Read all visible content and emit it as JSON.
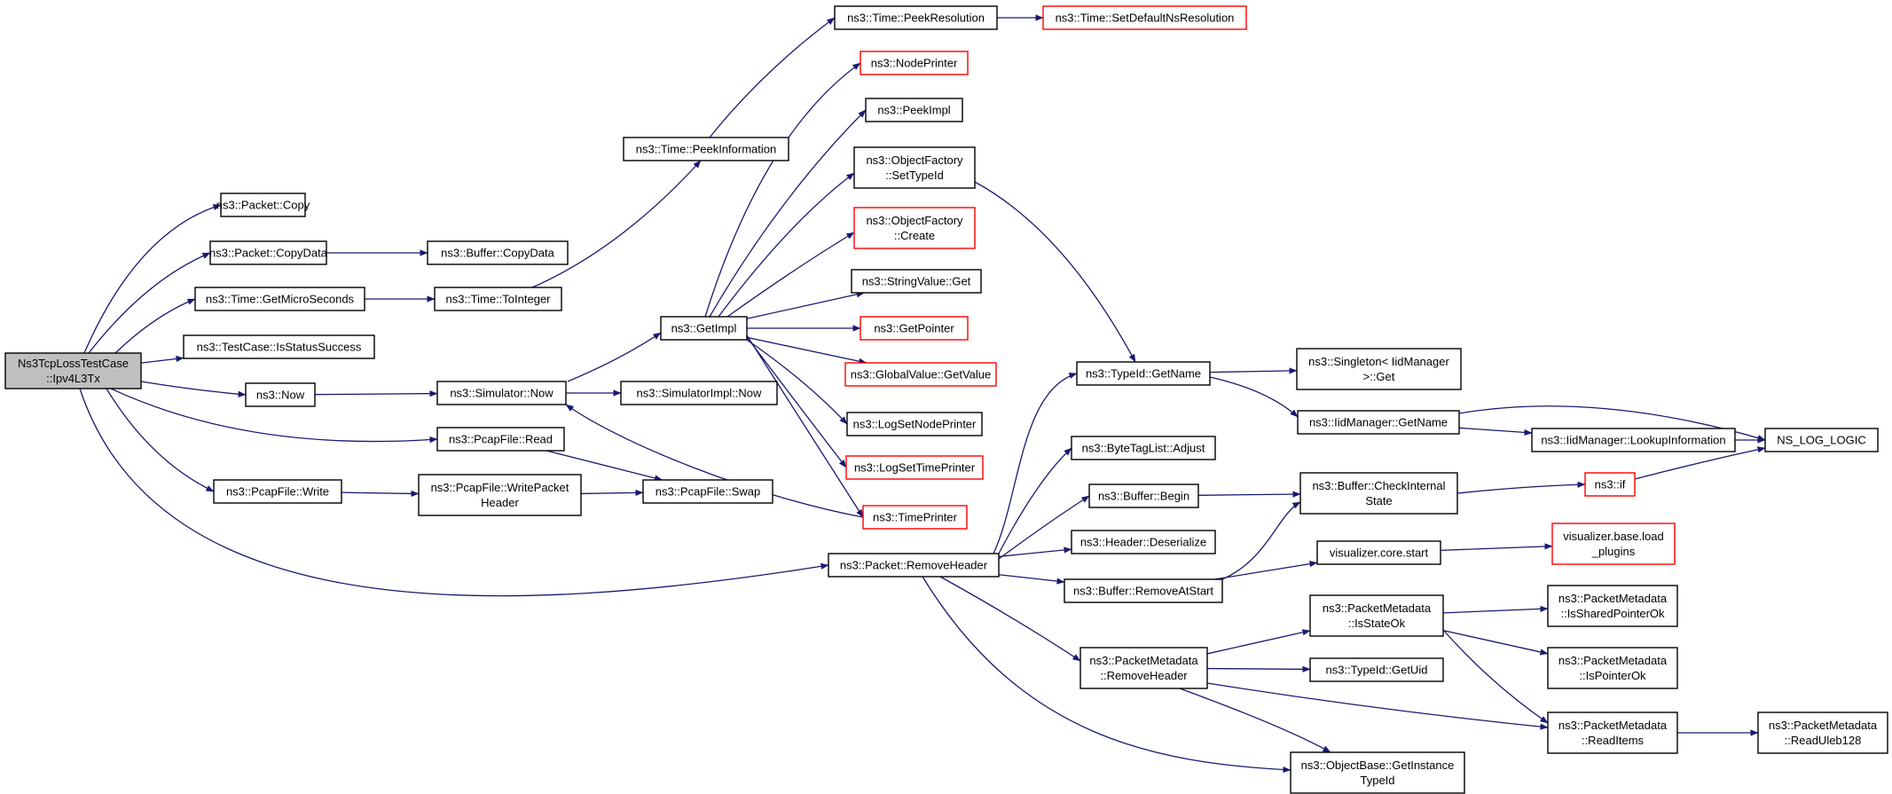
{
  "colors": {
    "edge": "#191970",
    "node_border": "#000000",
    "node_border_external": "#ff0000",
    "root_fill": "#bfbfbf",
    "node_fill": "#ffffff",
    "text": "#000000"
  },
  "nodes": [
    {
      "id": "root",
      "lines": [
        "Ns3TcpLossTestCase",
        "::Ipv4L3Tx"
      ],
      "style": "root"
    },
    {
      "id": "pcopy",
      "lines": [
        "ns3::Packet::Copy"
      ],
      "style": "normal"
    },
    {
      "id": "pcopydata",
      "lines": [
        "ns3::Packet::CopyData"
      ],
      "style": "normal"
    },
    {
      "id": "bcopydata",
      "lines": [
        "ns3::Buffer::CopyData"
      ],
      "style": "normal"
    },
    {
      "id": "getmicro",
      "lines": [
        "ns3::Time::GetMicroSeconds"
      ],
      "style": "normal"
    },
    {
      "id": "toint",
      "lines": [
        "ns3::Time::ToInteger"
      ],
      "style": "normal"
    },
    {
      "id": "isstatus",
      "lines": [
        "ns3::TestCase::IsStatusSuccess"
      ],
      "style": "normal"
    },
    {
      "id": "now",
      "lines": [
        "ns3::Now"
      ],
      "style": "normal"
    },
    {
      "id": "simnow",
      "lines": [
        "ns3::Simulator::Now"
      ],
      "style": "normal"
    },
    {
      "id": "simimplnow",
      "lines": [
        "ns3::SimulatorImpl::Now"
      ],
      "style": "normal"
    },
    {
      "id": "pread",
      "lines": [
        "ns3::PcapFile::Read"
      ],
      "style": "normal"
    },
    {
      "id": "pwrite",
      "lines": [
        "ns3::PcapFile::Write"
      ],
      "style": "normal"
    },
    {
      "id": "pwph",
      "lines": [
        "ns3::PcapFile::WritePacket",
        "Header"
      ],
      "style": "normal"
    },
    {
      "id": "pswap",
      "lines": [
        "ns3::PcapFile::Swap"
      ],
      "style": "normal"
    },
    {
      "id": "peekinfo",
      "lines": [
        "ns3::Time::PeekInformation"
      ],
      "style": "normal"
    },
    {
      "id": "peekres",
      "lines": [
        "ns3::Time::PeekResolution"
      ],
      "style": "normal"
    },
    {
      "id": "setdefres",
      "lines": [
        "ns3::Time::SetDefaultNsResolution"
      ],
      "style": "external"
    },
    {
      "id": "getimpl",
      "lines": [
        "ns3::GetImpl"
      ],
      "style": "normal"
    },
    {
      "id": "nodeprinter",
      "lines": [
        "ns3::NodePrinter"
      ],
      "style": "external"
    },
    {
      "id": "peekimpl",
      "lines": [
        "ns3::PeekImpl"
      ],
      "style": "normal"
    },
    {
      "id": "ofsettype",
      "lines": [
        "ns3::ObjectFactory",
        "::SetTypeId"
      ],
      "style": "normal"
    },
    {
      "id": "ofcreate",
      "lines": [
        "ns3::ObjectFactory",
        "::Create"
      ],
      "style": "external"
    },
    {
      "id": "strget",
      "lines": [
        "ns3::StringValue::Get"
      ],
      "style": "normal"
    },
    {
      "id": "getptr",
      "lines": [
        "ns3::GetPointer"
      ],
      "style": "external"
    },
    {
      "id": "gvget",
      "lines": [
        "ns3::GlobalValue::GetValue"
      ],
      "style": "external"
    },
    {
      "id": "logsetnode",
      "lines": [
        "ns3::LogSetNodePrinter"
      ],
      "style": "normal"
    },
    {
      "id": "logsettime",
      "lines": [
        "ns3::LogSetTimePrinter"
      ],
      "style": "external"
    },
    {
      "id": "timeprinter",
      "lines": [
        "ns3::TimePrinter"
      ],
      "style": "external"
    },
    {
      "id": "prmhdr",
      "lines": [
        "ns3::Packet::RemoveHeader"
      ],
      "style": "normal"
    },
    {
      "id": "tidgetname",
      "lines": [
        "ns3::TypeId::GetName"
      ],
      "style": "normal"
    },
    {
      "id": "singleton",
      "lines": [
        "ns3::Singleton< IidManager",
        ">::Get"
      ],
      "style": "normal"
    },
    {
      "id": "iidgetname",
      "lines": [
        "ns3::IidManager::GetName"
      ],
      "style": "normal"
    },
    {
      "id": "iidlookup",
      "lines": [
        "ns3::IidManager::LookupInformation"
      ],
      "style": "normal"
    },
    {
      "id": "nslog",
      "lines": [
        "NS_LOG_LOGIC"
      ],
      "style": "normal"
    },
    {
      "id": "btladjust",
      "lines": [
        "ns3::ByteTagList::Adjust"
      ],
      "style": "normal"
    },
    {
      "id": "bbegin",
      "lines": [
        "ns3::Buffer::Begin"
      ],
      "style": "normal"
    },
    {
      "id": "bcheck",
      "lines": [
        "ns3::Buffer::CheckInternal",
        "State"
      ],
      "style": "normal"
    },
    {
      "id": "nsif",
      "lines": [
        "ns3::if"
      ],
      "style": "external"
    },
    {
      "id": "hdrdeser",
      "lines": [
        "ns3::Header::Deserialize"
      ],
      "style": "normal"
    },
    {
      "id": "bremove",
      "lines": [
        "ns3::Buffer::RemoveAtStart"
      ],
      "style": "normal"
    },
    {
      "id": "vcstart",
      "lines": [
        "visualizer.core.start"
      ],
      "style": "normal"
    },
    {
      "id": "vbload",
      "lines": [
        "visualizer.base.load",
        "_plugins"
      ],
      "style": "external"
    },
    {
      "id": "pmrmhdr",
      "lines": [
        "ns3::PacketMetadata",
        "::RemoveHeader"
      ],
      "style": "normal"
    },
    {
      "id": "pmisstate",
      "lines": [
        "ns3::PacketMetadata",
        "::IsStateOk"
      ],
      "style": "normal"
    },
    {
      "id": "pmshared",
      "lines": [
        "ns3::PacketMetadata",
        "::IsSharedPointerOk"
      ],
      "style": "normal"
    },
    {
      "id": "pmisptr",
      "lines": [
        "ns3::PacketMetadata",
        "::IsPointerOk"
      ],
      "style": "normal"
    },
    {
      "id": "tidgetuid",
      "lines": [
        "ns3::TypeId::GetUid"
      ],
      "style": "normal"
    },
    {
      "id": "pmread",
      "lines": [
        "ns3::PacketMetadata",
        "::ReadItems"
      ],
      "style": "normal"
    },
    {
      "id": "pmreaduleb",
      "lines": [
        "ns3::PacketMetadata",
        "::ReadUleb128"
      ],
      "style": "normal"
    },
    {
      "id": "obgetinst",
      "lines": [
        "ns3::ObjectBase::GetInstance",
        "TypeId"
      ],
      "style": "normal"
    }
  ],
  "edges": [
    [
      "root",
      "pcopy"
    ],
    [
      "root",
      "pcopydata"
    ],
    [
      "root",
      "getmicro"
    ],
    [
      "root",
      "isstatus"
    ],
    [
      "root",
      "now"
    ],
    [
      "root",
      "pread"
    ],
    [
      "root",
      "pwrite"
    ],
    [
      "root",
      "prmhdr"
    ],
    [
      "pcopydata",
      "bcopydata"
    ],
    [
      "getmicro",
      "toint"
    ],
    [
      "toint",
      "peekinfo"
    ],
    [
      "peekinfo",
      "peekres"
    ],
    [
      "peekres",
      "setdefres"
    ],
    [
      "now",
      "simnow"
    ],
    [
      "simnow",
      "getimpl"
    ],
    [
      "simnow",
      "simimplnow"
    ],
    [
      "pread",
      "pswap"
    ],
    [
      "pwrite",
      "pwph"
    ],
    [
      "pwph",
      "pswap"
    ],
    [
      "getimpl",
      "nodeprinter"
    ],
    [
      "getimpl",
      "peekimpl"
    ],
    [
      "getimpl",
      "ofsettype"
    ],
    [
      "getimpl",
      "ofcreate"
    ],
    [
      "getimpl",
      "strget"
    ],
    [
      "getimpl",
      "getptr"
    ],
    [
      "getimpl",
      "gvget"
    ],
    [
      "getimpl",
      "logsetnode"
    ],
    [
      "getimpl",
      "logsettime"
    ],
    [
      "getimpl",
      "timeprinter"
    ],
    [
      "timeprinter",
      "simnow"
    ],
    [
      "ofsettype",
      "tidgetname"
    ],
    [
      "prmhdr",
      "tidgetname"
    ],
    [
      "prmhdr",
      "btladjust"
    ],
    [
      "prmhdr",
      "bbegin"
    ],
    [
      "prmhdr",
      "hdrdeser"
    ],
    [
      "prmhdr",
      "bremove"
    ],
    [
      "prmhdr",
      "pmrmhdr"
    ],
    [
      "prmhdr",
      "obgetinst"
    ],
    [
      "tidgetname",
      "singleton"
    ],
    [
      "tidgetname",
      "iidgetname"
    ],
    [
      "iidgetname",
      "nslog"
    ],
    [
      "iidgetname",
      "iidlookup"
    ],
    [
      "iidlookup",
      "nslog"
    ],
    [
      "bbegin",
      "bcheck"
    ],
    [
      "bcheck",
      "nsif"
    ],
    [
      "nsif",
      "nslog"
    ],
    [
      "bremove",
      "bcheck"
    ],
    [
      "bremove",
      "vcstart"
    ],
    [
      "vcstart",
      "vbload"
    ],
    [
      "pmrmhdr",
      "pmisstate"
    ],
    [
      "pmrmhdr",
      "tidgetuid"
    ],
    [
      "pmrmhdr",
      "pmread"
    ],
    [
      "pmrmhdr",
      "obgetinst"
    ],
    [
      "pmisstate",
      "pmshared"
    ],
    [
      "pmisstate",
      "pmisptr"
    ],
    [
      "pmisstate",
      "pmread"
    ],
    [
      "pmread",
      "pmreaduleb"
    ]
  ]
}
